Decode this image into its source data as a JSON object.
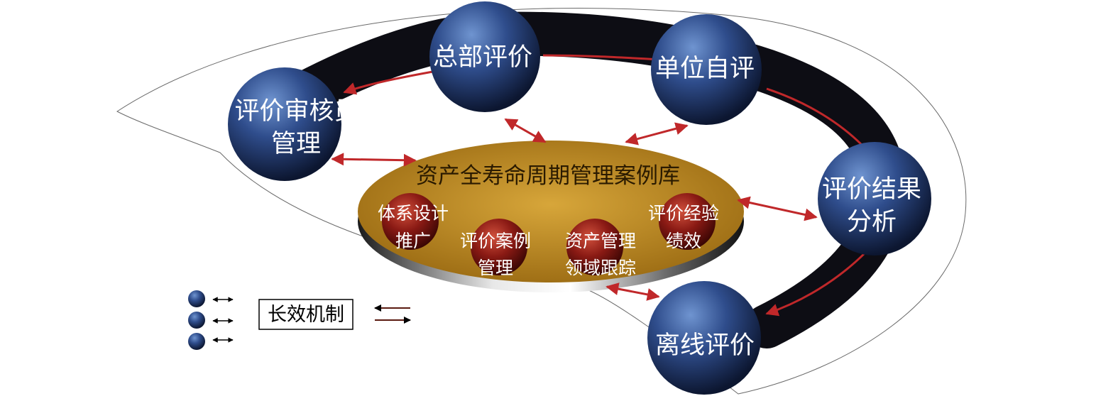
{
  "diagram": {
    "outer_nodes": [
      {
        "id": "hq",
        "lines": [
          "总部评价"
        ]
      },
      {
        "id": "self",
        "lines": [
          "单位自评"
        ]
      },
      {
        "id": "auditor",
        "lines": [
          "评价审核员",
          "管理"
        ]
      },
      {
        "id": "result",
        "lines": [
          "评价结果",
          "分析"
        ]
      },
      {
        "id": "offline",
        "lines": [
          "离线评价"
        ]
      }
    ],
    "database": {
      "title": "资产全寿命周期管理案例库",
      "items": [
        {
          "id": "system",
          "lines": [
            "体系设计",
            "推广"
          ]
        },
        {
          "id": "cases",
          "lines": [
            "评价案例",
            "管理"
          ]
        },
        {
          "id": "domain",
          "lines": [
            "资产管理",
            "领域跟踪"
          ]
        },
        {
          "id": "experience",
          "lines": [
            "评价经验",
            "绩效"
          ]
        }
      ]
    },
    "legend": {
      "label": "长效机制"
    },
    "colors": {
      "node_blue": "#2c4a84",
      "ring": "#0d0d14",
      "arrow_red": "#c0282a",
      "disc_gold": "#c6962a",
      "sphere_red": "#8a1a14"
    }
  }
}
